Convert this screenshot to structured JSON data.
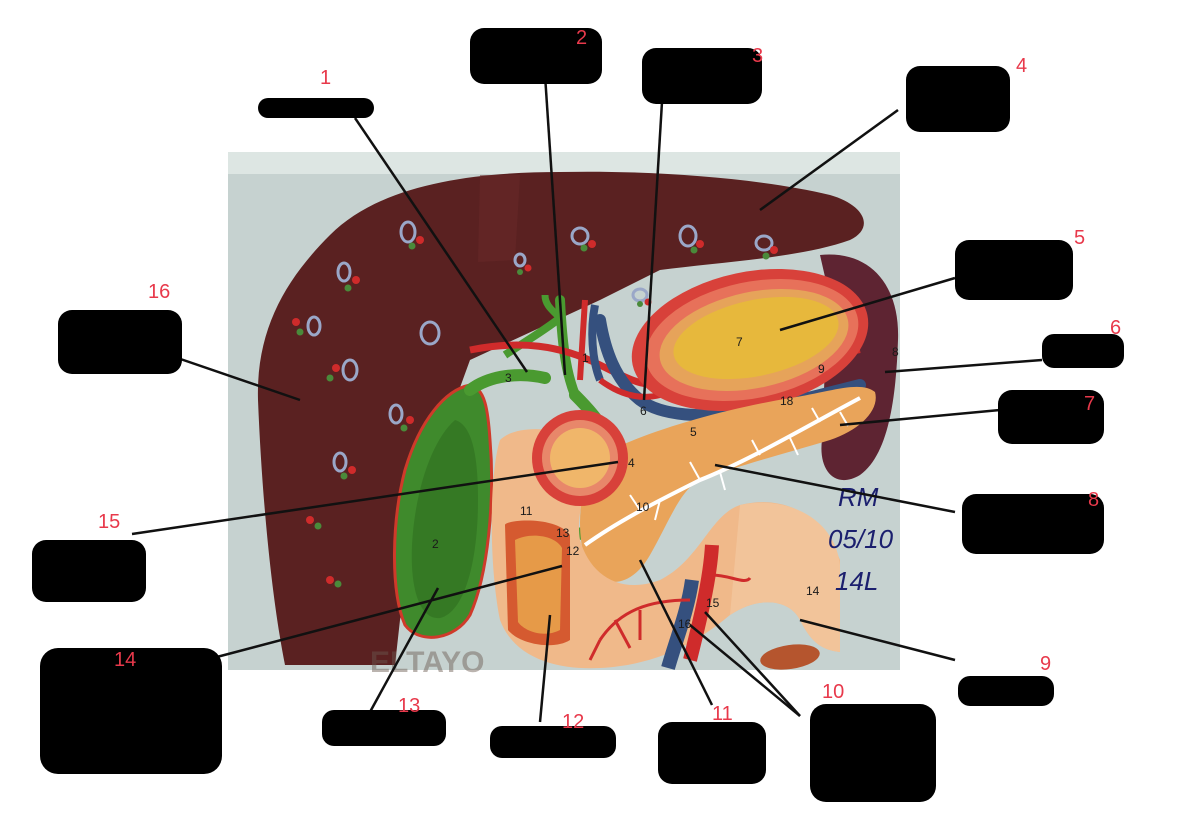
{
  "label_numbers": [
    "1",
    "2",
    "3",
    "4",
    "5",
    "6",
    "7",
    "8",
    "9",
    "10",
    "11",
    "12",
    "13",
    "14",
    "15",
    "16"
  ],
  "model_numbers": {
    "n1": "1",
    "n2": "2",
    "n3": "3",
    "n4": "4",
    "n5": "5",
    "n6": "6",
    "n7": "7",
    "n8": "8",
    "n9": "9",
    "n10": "10",
    "n11": "11",
    "n12": "12",
    "n13": "13",
    "n14": "14",
    "n15": "15",
    "n16": "16"
  },
  "handwriting": [
    "RM",
    "05/10",
    "14L"
  ],
  "brand_mark": "ELTAYO",
  "colors": {
    "label_number": "#e8394b",
    "redaction": "#000000",
    "liver": "#5a2121",
    "gallbladder_green": "#3f8a2c",
    "pancreas": "#e9a45a",
    "duodenum": "#f0b98a",
    "stomach_yellow": "#e7b83c",
    "spleen": "#5e2432",
    "artery": "#cf2b2b",
    "vein": "#35507e"
  }
}
